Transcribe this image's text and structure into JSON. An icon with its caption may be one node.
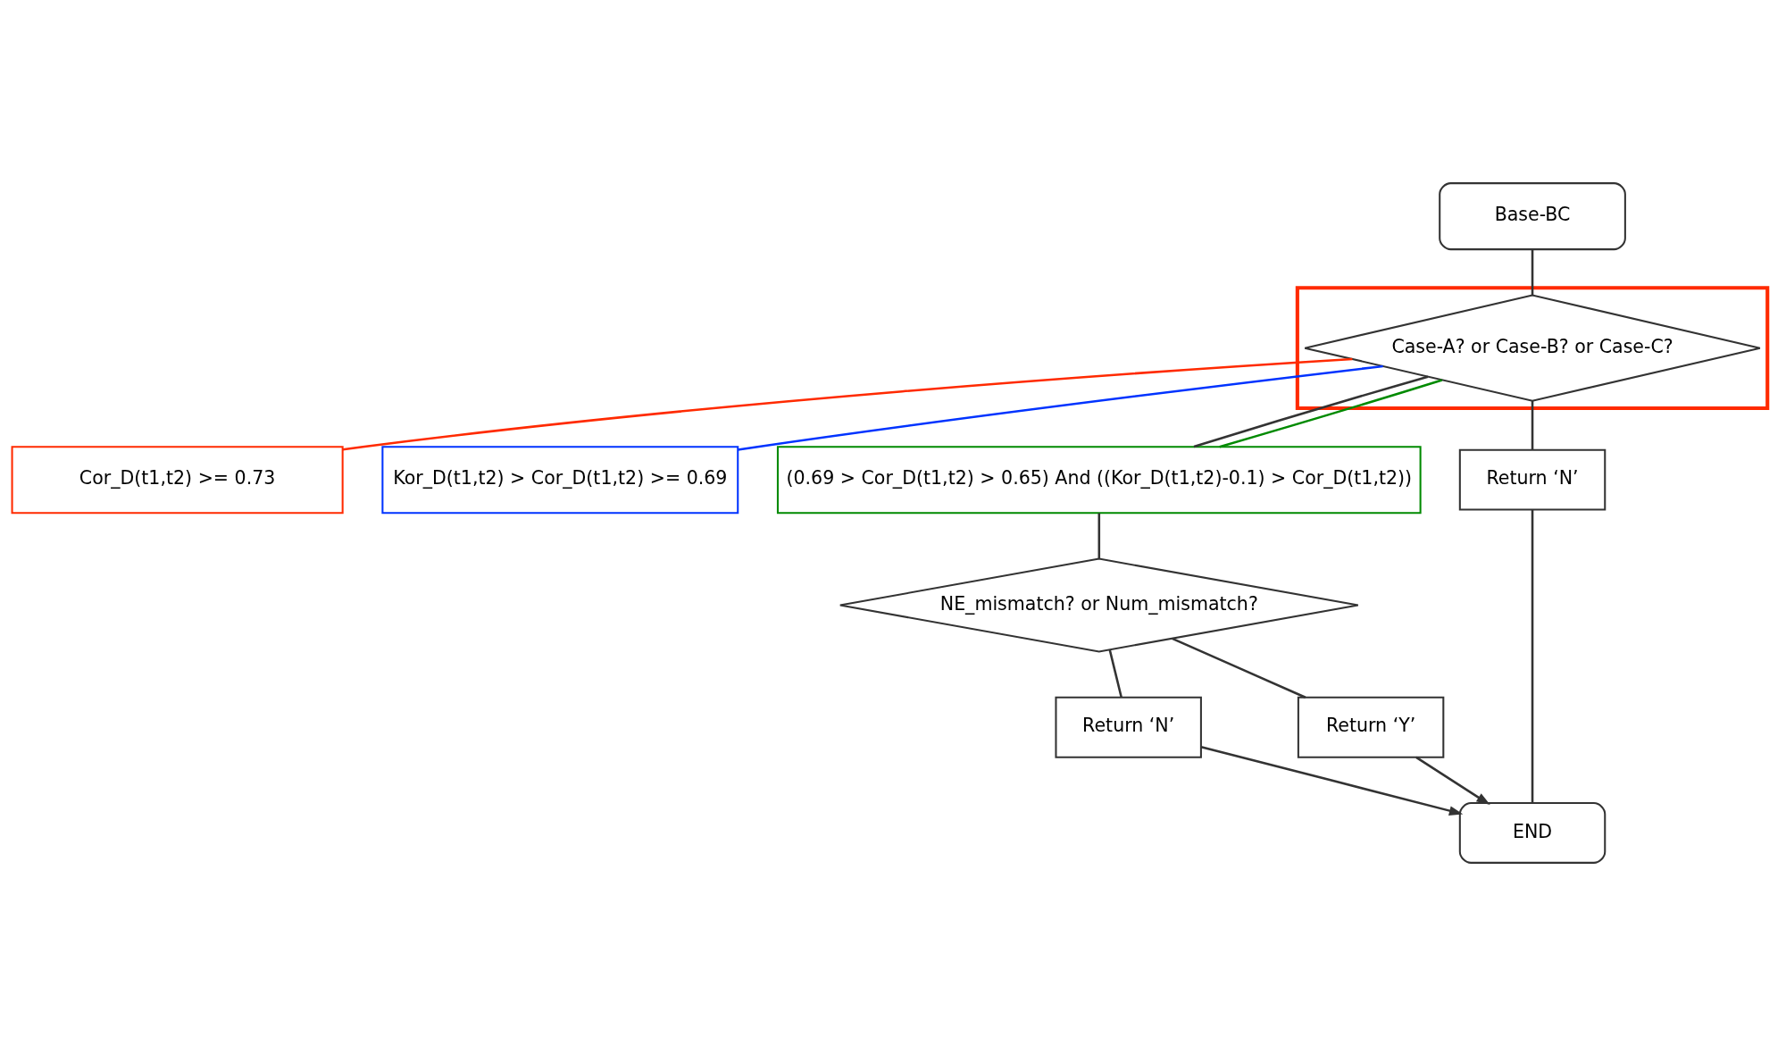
{
  "diagram": {
    "nodes": [
      {
        "text": [
          "Base-BC"
        ]
      },
      {
        "text": [],
        "shape": "box"
      },
      {
        "text": [
          "Case-A? or Case-B? or Case-C?"
        ],
        "in": 1
      },
      {
        "text": [
          "Cor_D(t1,t2) >= 0.73"
        ]
      },
      {
        "text": [
          "Kor_D(t1,t2) > Cor_D(t1,t2) >= 0.69"
        ]
      },
      {
        "text": [
          "(0.69 > Cor_D(t1,t2) > 0.65) And ((Kor_D(t1,t2)-0.1) > Cor_D(t1,t2))"
        ]
      },
      {
        "text": [
          "NE_mismatch? or Num_mismatch?"
        ]
      },
      {
        "text": [
          "Return ‘N’"
        ]
      },
      {
        "text": [
          "Return ‘N’"
        ]
      },
      {
        "text": [
          "Return ‘Y’"
        ]
      },
      {
        "text": [
          "END"
        ]
      }
    ],
    "edges": [
      {
        "from": 0,
        "to": 2,
        "arrow": "none"
      },
      {
        "from": 2,
        "to": 5,
        "arrow": "none"
      },
      {
        "from": 2,
        "to": 3,
        "arrow": "none",
        "color": "#ff2a00"
      },
      {
        "from": 2,
        "to": 4,
        "arrow": "none",
        "color": "#0033ff"
      },
      {
        "from": 2,
        "to": 5,
        "arrow": "none",
        "color": "#008a00"
      },
      {
        "from": 5,
        "to": 6,
        "arrow": "none"
      },
      {
        "from": 6,
        "to": 8,
        "arrow": "none"
      },
      {
        "from": 6,
        "to": 9,
        "arrow": "none"
      },
      {
        "from": 2,
        "to": 7,
        "arrow": "none"
      },
      {
        "from": 7,
        "to": 10,
        "arrow": "none"
      },
      {
        "from": 8,
        "to": 10,
        "arrow": "to"
      },
      {
        "from": 9,
        "to": 10,
        "arrow": "to"
      }
    ]
  }
}
